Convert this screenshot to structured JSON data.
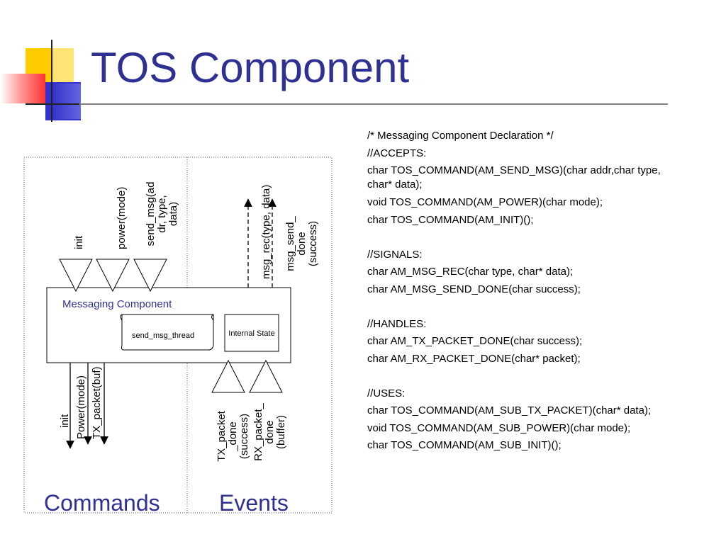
{
  "slide": {
    "title": "TOS Component",
    "colors": {
      "title": "#2e3192",
      "accent_yellow": "#ffcc00",
      "accent_red": "#ff3333",
      "accent_blue": "#3333cc"
    }
  },
  "diagram": {
    "component_label": "Messaging Component",
    "thread_label": "send_msg_thread",
    "state_label": "Internal State",
    "top_commands": [
      {
        "lines": [
          "init"
        ]
      },
      {
        "lines": [
          "power(mode)"
        ]
      },
      {
        "lines": [
          "send_msg(ad",
          "dr, type,",
          "data)"
        ]
      }
    ],
    "top_signals": [
      {
        "lines": [
          "msg_rec(type, data)"
        ]
      },
      {
        "lines": [
          "msg_send_",
          "done",
          "(success)"
        ]
      }
    ],
    "bottom_commands": [
      {
        "lines": [
          "init"
        ]
      },
      {
        "lines": [
          "Power(mode)"
        ]
      },
      {
        "lines": [
          "TX_packet(buf)"
        ]
      }
    ],
    "bottom_events": [
      {
        "lines": [
          "TX_packet",
          "_done",
          "(success)"
        ]
      },
      {
        "lines": [
          "RX_packet_",
          "done",
          "(buffer)"
        ]
      }
    ],
    "commands_label": "Commands",
    "events_label": "Events"
  },
  "code": {
    "comment": "/* Messaging Component Declaration */",
    "accepts_header": "//ACCEPTS:",
    "accepts": [
      "char TOS_COMMAND(AM_SEND_MSG)(char addr,char type, char* data);",
      "void TOS_COMMAND(AM_POWER)(char mode);",
      "char TOS_COMMAND(AM_INIT)();"
    ],
    "signals_header": "//SIGNALS:",
    "signals": [
      "char AM_MSG_REC(char type, char* data);",
      "char AM_MSG_SEND_DONE(char success);"
    ],
    "handles_header": "//HANDLES:",
    "handles": [
      "char AM_TX_PACKET_DONE(char success);",
      "char AM_RX_PACKET_DONE(char* packet);"
    ],
    "uses_header": "//USES:",
    "uses": [
      "char TOS_COMMAND(AM_SUB_TX_PACKET)(char* data);",
      "void TOS_COMMAND(AM_SUB_POWER)(char mode);",
      "char TOS_COMMAND(AM_SUB_INIT)();"
    ]
  }
}
